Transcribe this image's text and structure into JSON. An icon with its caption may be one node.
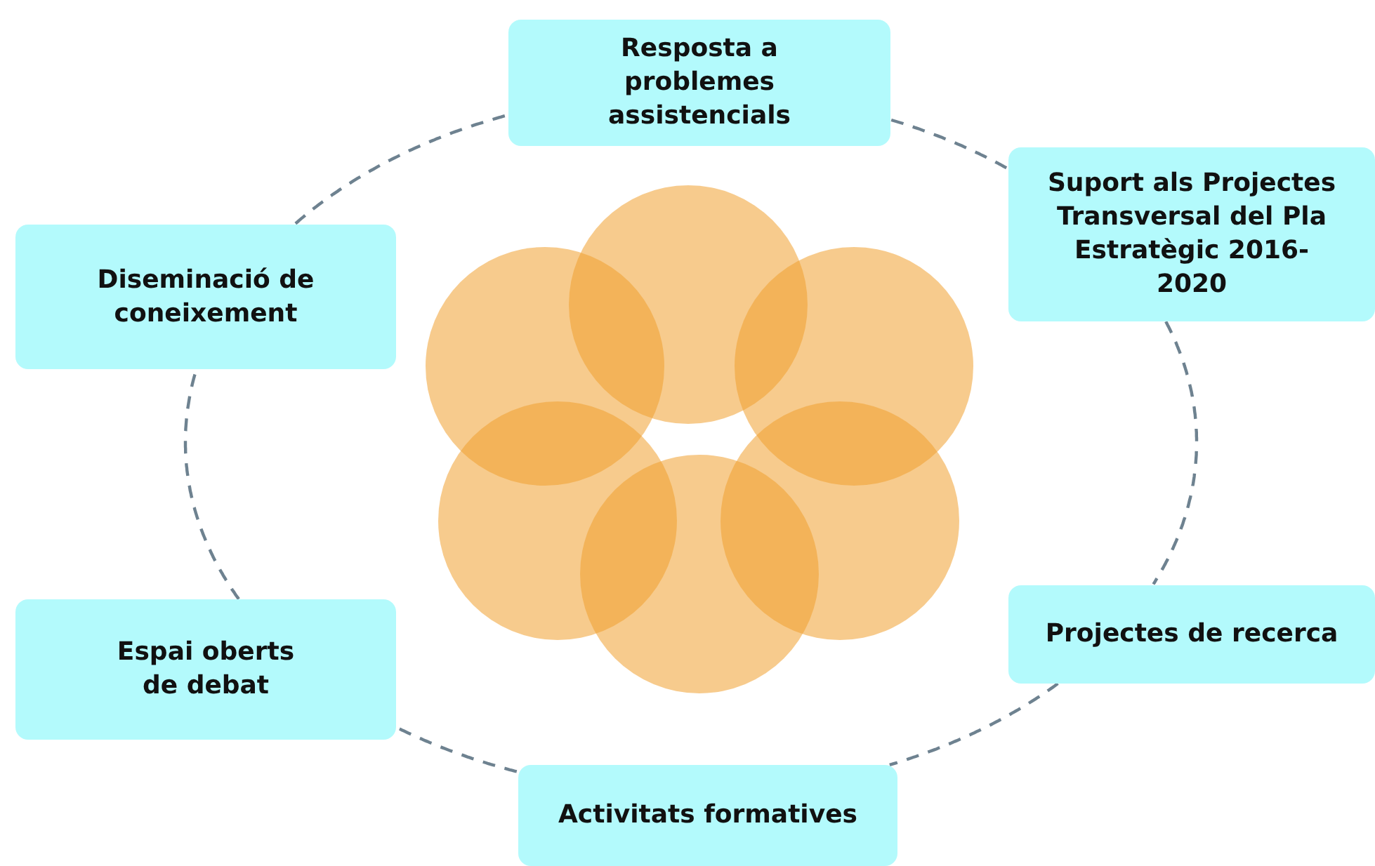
{
  "diagram": {
    "nodes": [
      {
        "text": [
          "Resposta a problemes assistencials"
        ]
      },
      {
        "text": [
          "Suport als Projectes Transversal del Pla Estratègic 2016-2020"
        ]
      },
      {
        "text": [
          "Projectes de recerca"
        ]
      },
      {
        "text": [
          "Activitats formatives"
        ]
      },
      {
        "text": [
          "Espai oberts de debat"
        ]
      },
      {
        "text": [
          "Diseminació de coneixement"
        ]
      }
    ],
    "edges": [
      {
        "from": 0,
        "to": 1,
        "arrow": "none",
        "style": "dashed"
      },
      {
        "from": 1,
        "to": 2,
        "arrow": "none",
        "style": "dashed"
      },
      {
        "from": 2,
        "to": 3,
        "arrow": "none",
        "style": "dashed"
      },
      {
        "from": 3,
        "to": 4,
        "arrow": "none",
        "style": "dashed"
      },
      {
        "from": 4,
        "to": 5,
        "arrow": "none",
        "style": "dashed"
      },
      {
        "from": 5,
        "to": 0,
        "arrow": "none",
        "style": "dashed"
      }
    ]
  }
}
